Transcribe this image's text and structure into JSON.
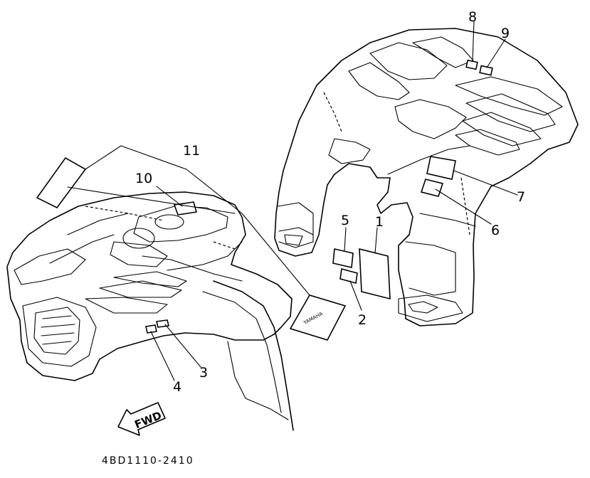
{
  "diagram": {
    "callouts": [
      {
        "id": "c1",
        "label": "1"
      },
      {
        "id": "c2",
        "label": "2"
      },
      {
        "id": "c3",
        "label": "3"
      },
      {
        "id": "c4",
        "label": "4"
      },
      {
        "id": "c5",
        "label": "5"
      },
      {
        "id": "c6",
        "label": "6"
      },
      {
        "id": "c7",
        "label": "7"
      },
      {
        "id": "c8",
        "label": "8"
      },
      {
        "id": "c9",
        "label": "9"
      },
      {
        "id": "c10",
        "label": "10"
      },
      {
        "id": "c11",
        "label": "11"
      }
    ],
    "direction_arrow": "FWD",
    "part_code": "4BD1110-2410"
  }
}
